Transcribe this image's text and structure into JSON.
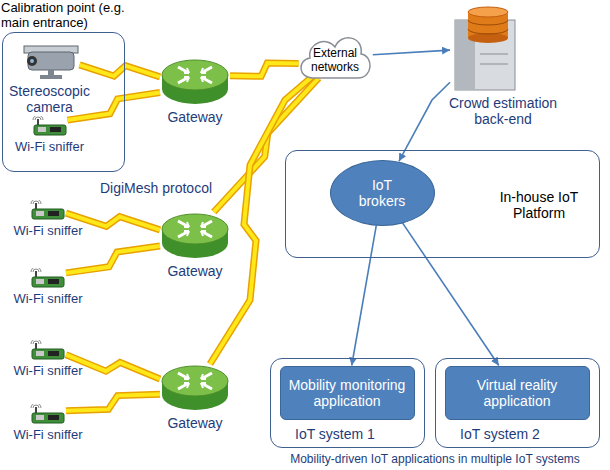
{
  "diagram": {
    "nodes": [
      {
        "text": [
          "Calibration point (e.g. main entrance)"
        ]
      },
      {
        "text": [
          "Stereoscopic camera"
        ],
        "in": 0
      },
      {
        "text": [
          "Wi-Fi sniffer"
        ],
        "in": 0
      },
      {
        "text": [
          "Gateway"
        ]
      },
      {
        "text": [
          "External networks"
        ]
      },
      {
        "text": [
          "Crowd estimation back-end"
        ]
      },
      {
        "text": [
          "Wi-Fi sniffer"
        ]
      },
      {
        "text": [
          "Wi-Fi sniffer"
        ]
      },
      {
        "text": [
          "Gateway"
        ]
      },
      {
        "text": [
          "Wi-Fi sniffer"
        ]
      },
      {
        "text": [
          "Wi-Fi sniffer"
        ]
      },
      {
        "text": [
          "Gateway"
        ]
      },
      {
        "text": [
          "In-house IoT Platform"
        ]
      },
      {
        "text": [
          "IoT brokers"
        ],
        "in": 12
      },
      {
        "text": [
          "IoT system 1"
        ]
      },
      {
        "text": [
          "Mobility monitoring application"
        ],
        "in": 14
      },
      {
        "text": [
          "IoT system 2"
        ]
      },
      {
        "text": [
          "Virtual reality application"
        ],
        "in": 16
      }
    ],
    "edges": [
      {
        "from": 1,
        "to": 3,
        "arrow": "none"
      },
      {
        "from": 2,
        "to": 3,
        "arrow": "none"
      },
      {
        "from": 3,
        "to": 4,
        "arrow": "none"
      },
      {
        "from": 6,
        "to": 8,
        "arrow": "none"
      },
      {
        "from": 7,
        "to": 8,
        "arrow": "none"
      },
      {
        "from": 8,
        "to": 4,
        "arrow": "none"
      },
      {
        "from": 9,
        "to": 11,
        "arrow": "none"
      },
      {
        "from": 10,
        "to": 11,
        "arrow": "none"
      },
      {
        "from": 11,
        "to": 4,
        "arrow": "none"
      },
      {
        "from": 4,
        "to": 5,
        "arrow": "to"
      },
      {
        "from": 5,
        "to": 13,
        "arrow": "to"
      },
      {
        "from": 13,
        "to": 15,
        "arrow": "to"
      },
      {
        "from": 13,
        "to": 17,
        "arrow": "to"
      }
    ],
    "labels": [
      "DigiMesh protocol",
      "Mobility-driven IoT applications in multiple IoT systems"
    ]
  }
}
